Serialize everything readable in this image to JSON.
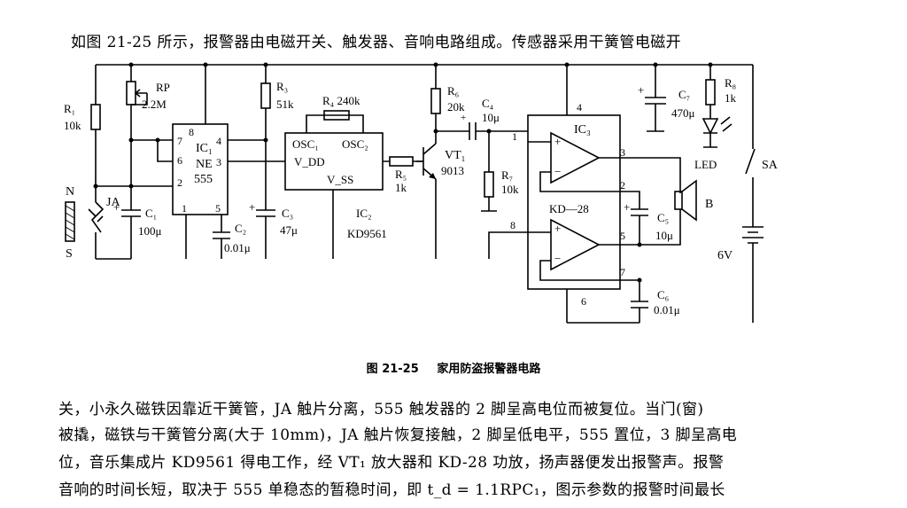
{
  "text": {
    "line_top": "如图 21-25 所示，报警器由电磁开关、触发器、音响电路组成。传感器采用干簧管电磁开",
    "caption_number": "图 21-25",
    "caption_title": "家用防盗报警器电路",
    "line_1": "关，小永久磁铁因靠近干簧管，JA 触片分离，555 触发器的 2 脚呈高电位而被复位。当门(窗)",
    "line_2": "被撬，磁铁与干簧管分离(大于 10mm)，JA 触片恢复接触，2 脚呈低电平，555 置位，3 脚呈高电",
    "line_3": "位，音乐集成片 KD9561 得电工作，经 VT₁ 放大器和 KD-28 功放，扬声器便发出报警声。报警",
    "line_4": "音响的时间长短，取决于 555 单稳态的暂稳时间，即 t_d = 1.1RPC₁，图示参数的报警时间最长"
  },
  "circuit": {
    "R1": "R₁",
    "R1_val": "10k",
    "RP": "RP",
    "RP_val": "2.2M",
    "IC1": "IC₁",
    "IC1_type": "NE",
    "IC1_num": "555",
    "R3": "R₃",
    "R3_val": "51k",
    "R4": "R₄ 240k",
    "OSC1": "OSC₁",
    "OSC2": "OSC₂",
    "VDD": "V_DD",
    "VSS": "V_SS",
    "IC2": "IC₂",
    "IC2_type": "KD9561",
    "R5": "R₅",
    "R5_val": "1k",
    "R6": "R₆",
    "R6_val": "20k",
    "C4": "C₄",
    "C4_val": "10μ",
    "VT1": "VT₁",
    "VT1_type": "9013",
    "R7": "R₇",
    "R7_val": "10k",
    "IC3": "IC₃",
    "KD28": "KD—28",
    "C5": "C₅",
    "C5_val": "10μ",
    "B": "B",
    "C6": "C₆",
    "C6_val": "0.01μ",
    "C7": "C₇",
    "C7_val": "470μ",
    "R8": "R₈",
    "R8_val": "1k",
    "LED": "LED",
    "SA": "SA",
    "bat": "6V",
    "JA": "JA",
    "N": "N",
    "S": "S",
    "C1": "C₁",
    "C1_val": "100μ",
    "C2": "C₂",
    "C2_val": "0.01μ",
    "C3": "C₃",
    "C3_val": "47μ",
    "pins_555": [
      "8",
      "7",
      "6",
      "2",
      "4",
      "3",
      "1",
      "5"
    ],
    "pins_kd28": [
      "4",
      "1",
      "3",
      "2",
      "8",
      "5",
      "7",
      "6"
    ],
    "plus": "+",
    "minus": "−"
  }
}
